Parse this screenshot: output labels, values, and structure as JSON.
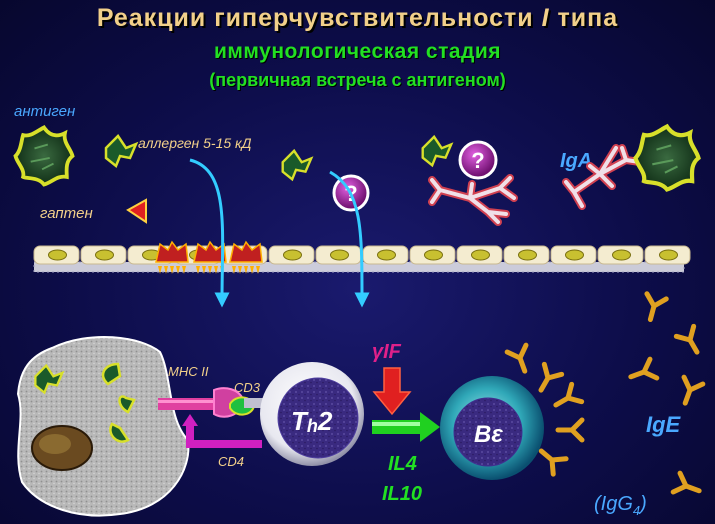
{
  "title": {
    "line1_prefix": "Реакции гиперчувствительности",
    "line1_numeral": "I",
    "line1_suffix": "типа",
    "line2": "иммунологическая стадия",
    "line3": "(первичная встреча с антигеном)"
  },
  "labels": {
    "antigen": "антиген",
    "allergen": "аллерген 5-15 кД",
    "hapten": "гаптен",
    "iga": "IgA",
    "question": "?",
    "mhc": "MHC II",
    "cd3": "CD3",
    "cd4": "CD4",
    "th2_main": "T",
    "th2_sub": "h",
    "th2_num": "2",
    "gamma_if": "γIF",
    "b_cell": "Bε",
    "il4": "IL4",
    "il10": "IL10",
    "ige": "IgE",
    "igg4_open": "(IgG",
    "igg4_sub": "4",
    "igg4_close": ")"
  },
  "colors": {
    "title_orange": "#f2d08a",
    "green_text": "#22e022",
    "blue_label": "#4aa8ff",
    "arrow_cyan": "#33ccff",
    "antigen_border": "#d8e02a",
    "antibody_red": "#e04040",
    "ige_orange": "#e0a020",
    "question_purple": "#a020a0"
  }
}
